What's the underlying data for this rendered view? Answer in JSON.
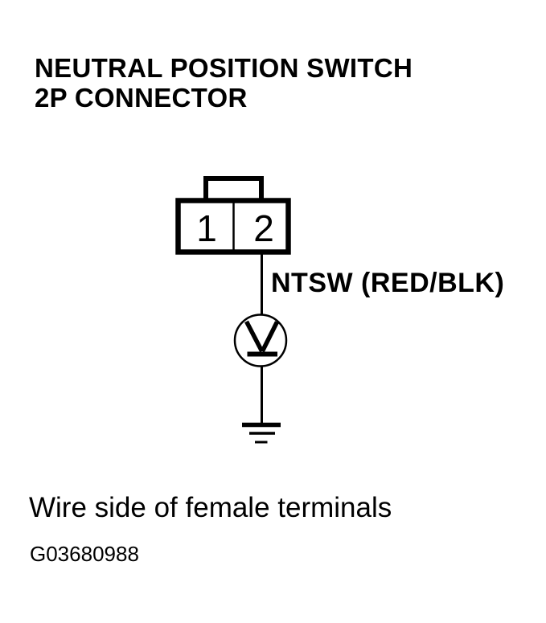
{
  "page": {
    "background": "#ffffff",
    "ink": "#000000"
  },
  "title": {
    "line1": "NEUTRAL POSITION SWITCH",
    "line2": "2P CONNECTOR"
  },
  "connector": {
    "pins": [
      "1",
      "2"
    ],
    "wired_pin": "2"
  },
  "wire": {
    "label": "NTSW (RED/BLK)"
  },
  "icons": {
    "ground_circle": "circled-v-ground-icon",
    "chassis_ground": "three-bar-earth-ground-icon"
  },
  "caption": "Wire side of female terminals",
  "figure_id": "G03680988"
}
